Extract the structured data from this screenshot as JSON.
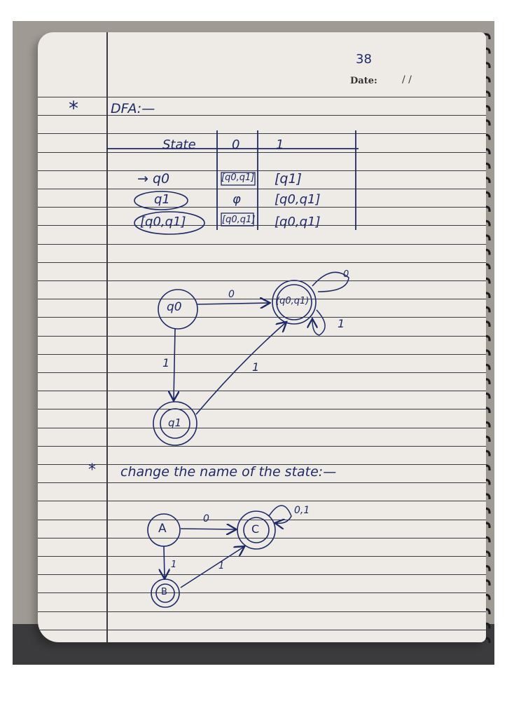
{
  "header": {
    "page_number": "38",
    "date_label": "Date:",
    "date_value": "/      /"
  },
  "section1": {
    "bullet": "*",
    "heading": "DFA:—",
    "table": {
      "columns": [
        "State",
        "0",
        "1"
      ],
      "rows": [
        {
          "state": "→ q0",
          "on0": "[q0,q1]",
          "on1": "[q1]"
        },
        {
          "state": "q1",
          "on0": "φ",
          "on1": "[q0,q1]"
        },
        {
          "state": "[q0,q1]",
          "on0": "[q0,q1]",
          "on1": "[q0,q1]"
        }
      ]
    },
    "diagram": {
      "states": {
        "q0": "q0",
        "q0q1": "(q0,q1)",
        "q1": "q1"
      },
      "edges": {
        "q0_to_q0q1": "0",
        "q0_to_q1": "1",
        "q1_to_q0q1": "1",
        "loop_top": "0",
        "loop_bottom": "1"
      }
    }
  },
  "section2": {
    "bullet": "*",
    "heading": "change the name of the state:—",
    "diagram": {
      "states": {
        "a": "A",
        "b": "B",
        "c": "C"
      },
      "edges": {
        "a_to_c": "0",
        "a_to_b": "1",
        "b_to_c": "1",
        "c_loop": "0,1"
      }
    }
  }
}
